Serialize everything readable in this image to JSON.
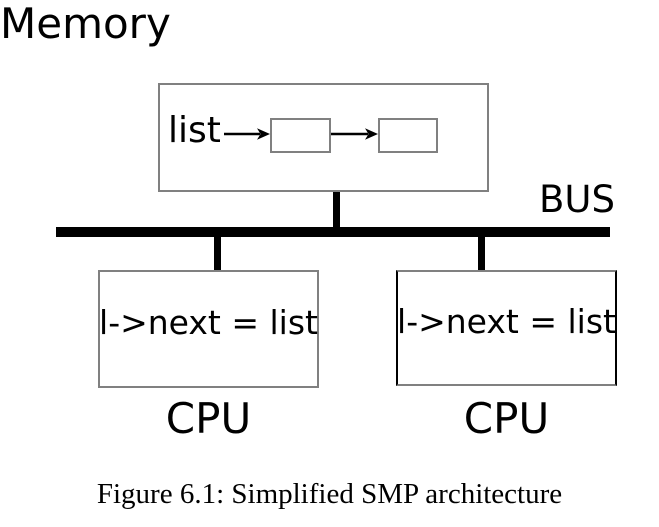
{
  "figure": {
    "memory": {
      "label": "Memory",
      "list_label": "list",
      "list_node_count": 2
    },
    "bus": {
      "label": "BUS"
    },
    "cpus": [
      {
        "code": "l->next = list",
        "label": "CPU"
      },
      {
        "code": "l->next = list",
        "label": "CPU"
      }
    ],
    "caption": "Figure 6.1: Simplified SMP architecture"
  },
  "colors": {
    "ink": "#000000",
    "box_border": "#808080",
    "background": "#ffffff"
  }
}
